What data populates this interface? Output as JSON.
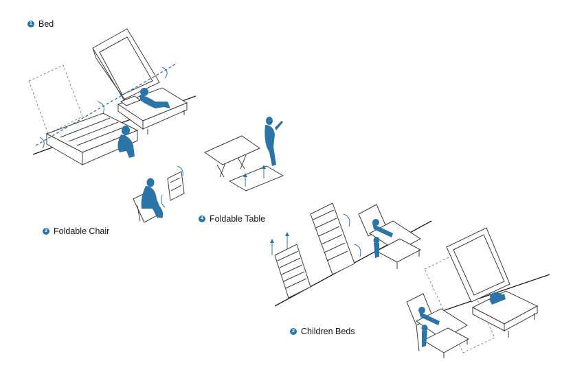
{
  "colors": {
    "accent": "#2a74a8",
    "line": "#3a3a3a"
  },
  "labels": [
    {
      "id": "bed",
      "number": "1",
      "text": "Bed"
    },
    {
      "id": "children-beds",
      "number": "2",
      "text": "Children Beds"
    },
    {
      "id": "chair",
      "number": "3",
      "text": "Foldable Chair"
    },
    {
      "id": "table",
      "number": "4",
      "text": "Foldable Table"
    }
  ]
}
